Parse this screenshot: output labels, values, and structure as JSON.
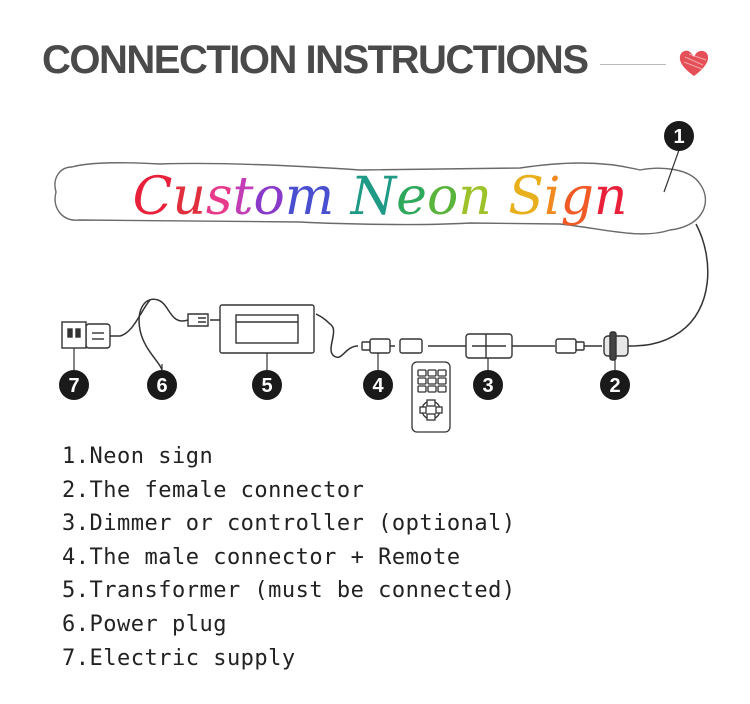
{
  "header": {
    "title": "CONNECTION INSTRUCTIONS",
    "heart_color": "#e0303a"
  },
  "diagram": {
    "sign_letters": [
      {
        "char": "C",
        "color": "#e8203a"
      },
      {
        "char": "u",
        "color": "#e0303e"
      },
      {
        "char": "s",
        "color": "#e83a8a"
      },
      {
        "char": "t",
        "color": "#c23cb5"
      },
      {
        "char": "o",
        "color": "#8a3ac9"
      },
      {
        "char": "m",
        "color": "#4a4fd0"
      },
      {
        "char": "N",
        "color": "#1f9a86"
      },
      {
        "char": "e",
        "color": "#2ea85a"
      },
      {
        "char": "o",
        "color": "#59b43b"
      },
      {
        "char": "n",
        "color": "#9dc22a"
      },
      {
        "char": "S",
        "color": "#e8b01c"
      },
      {
        "char": "i",
        "color": "#f08a20"
      },
      {
        "char": "g",
        "color": "#f05a26"
      },
      {
        "char": "n",
        "color": "#e8203a"
      }
    ],
    "badges": [
      "1",
      "2",
      "3",
      "4",
      "5",
      "6",
      "7"
    ]
  },
  "legend": [
    "1.Neon sign",
    "2.The female connector",
    "3.Dimmer or controller (optional)",
    "4.The male connector + Remote",
    "5.Transformer (must be connected)",
    "6.Power plug",
    "7.Electric supply"
  ]
}
